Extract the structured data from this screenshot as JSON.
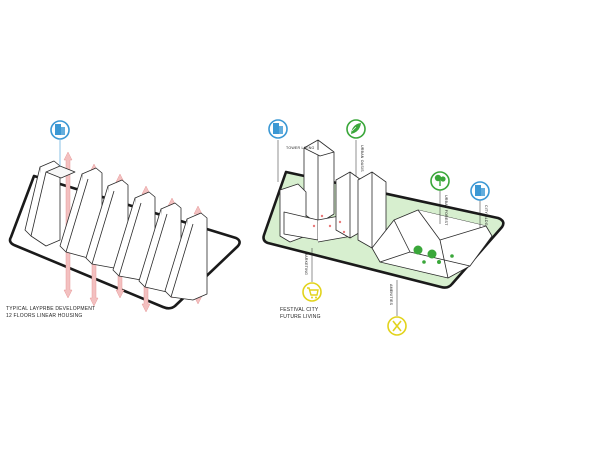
{
  "left_diagram": {
    "caption_line1": "TYPICAL LAYPRBE DEVELOPMENT",
    "caption_line2": "12 FLOORS LINEAR HOUSING",
    "icon": "building-icon"
  },
  "right_diagram": {
    "caption_line1": "FESTIVAL CITY",
    "caption_line2": "FUTURE LIVING",
    "labels": {
      "tower_living": "TOWER LIVING",
      "urban_oasis": "URBAN OASIS",
      "urban_forest": "URBAN FOREST",
      "city_bldg": "CITY BLDG",
      "marketing": "MARKETING",
      "amenities": "AMENITIES"
    },
    "icons": [
      "building-icon",
      "leaf-icon",
      "tree-icon",
      "building-icon",
      "cart-icon",
      "cutlery-icon"
    ]
  },
  "colors": {
    "icon_blue": "#3b98d4",
    "icon_green": "#3aa73a",
    "icon_yellow": "#e2d31c",
    "ground_green": "#d7efcf",
    "arrow_pink": "#f3b3b3",
    "outline": "#222222"
  }
}
